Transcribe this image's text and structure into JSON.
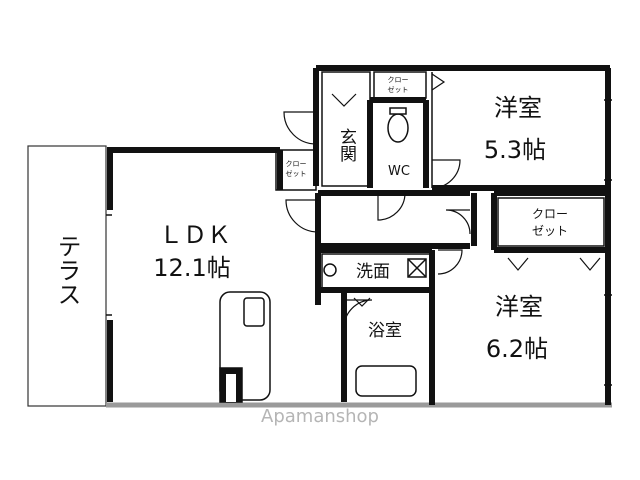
{
  "rooms": {
    "ldk": {
      "name": "ＬＤＫ",
      "size": "12.1帖"
    },
    "western1": {
      "name": "洋室",
      "size": "5.3帖"
    },
    "western2": {
      "name": "洋室",
      "size": "6.2帖"
    },
    "terrace": "テラス",
    "entrance": "玄関",
    "wc": "WC",
    "washroom": "洗面",
    "bath": "浴室",
    "closet_top": [
      "クロー",
      "ゼット"
    ],
    "closet_entry": [
      "クロー",
      "ゼット"
    ],
    "closet_mid": [
      "クロー",
      "ゼット"
    ]
  },
  "watermark": "Apamanshop",
  "colors": {
    "wall": "#111111",
    "floor_line": "#9a9a9a",
    "terrace_fill": "#ffffff"
  }
}
